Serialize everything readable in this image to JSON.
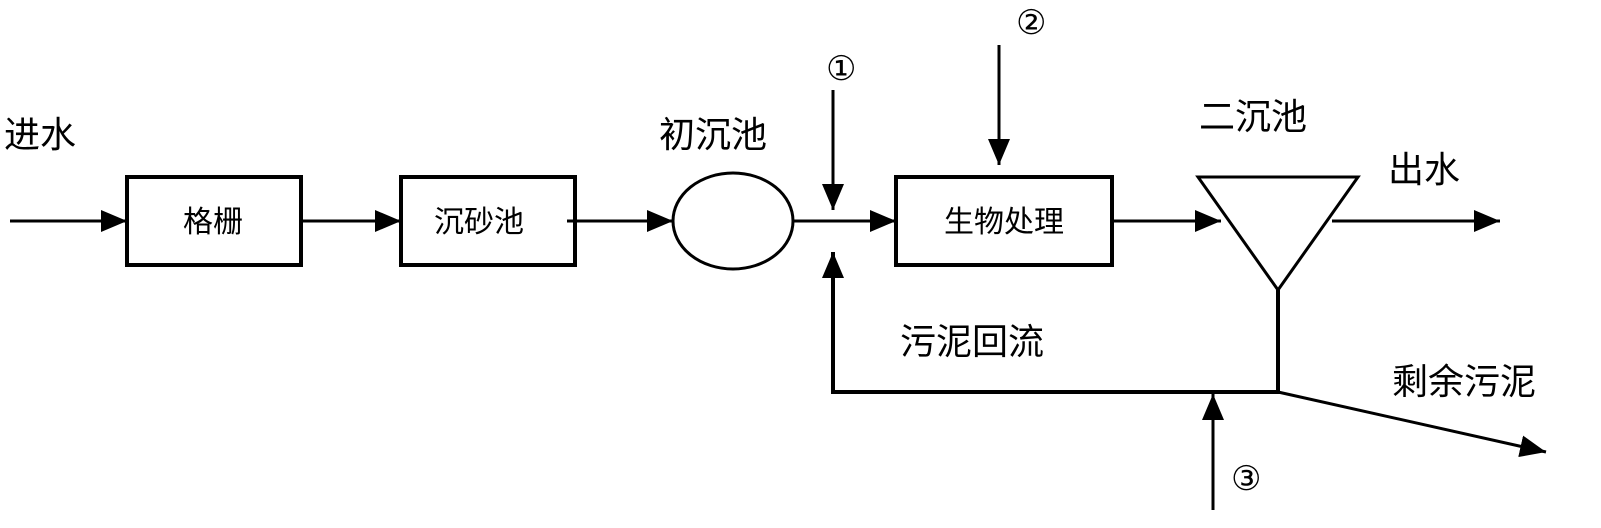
{
  "inflow_label": "进水",
  "outflow_label": "出水",
  "units": {
    "screen": "格栅",
    "grit_chamber": "沉砂池",
    "primary_clarifier": "初沉池",
    "bio_treatment": "生物处理",
    "secondary_clarifier": "二沉池"
  },
  "sludge_return_label": "污泥回流",
  "excess_sludge_label": "剩余污泥",
  "points": {
    "p1": "①",
    "p2": "②",
    "p3": "③"
  }
}
